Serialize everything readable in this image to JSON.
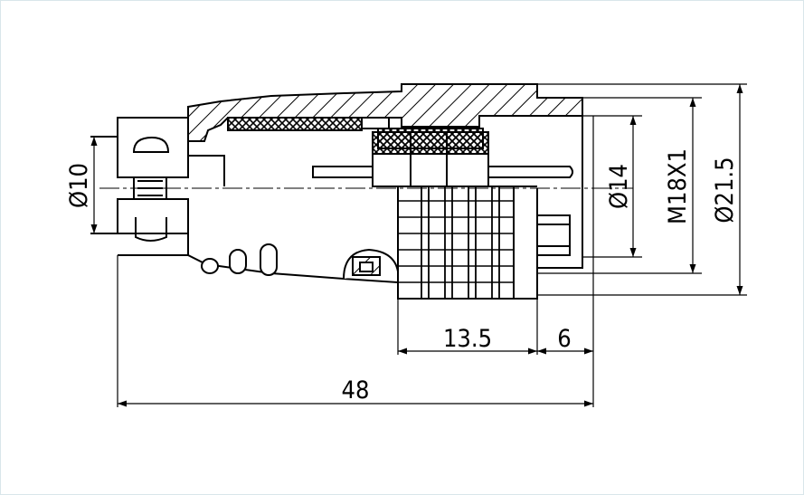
{
  "drawing": {
    "dimensions": {
      "overall_length": "48",
      "body_length": "13.5",
      "pin_length": "6",
      "cable_diameter": "Ø10",
      "inner_diameter": "Ø14",
      "thread": "M18X1",
      "outer_diameter": "Ø21.5"
    }
  }
}
